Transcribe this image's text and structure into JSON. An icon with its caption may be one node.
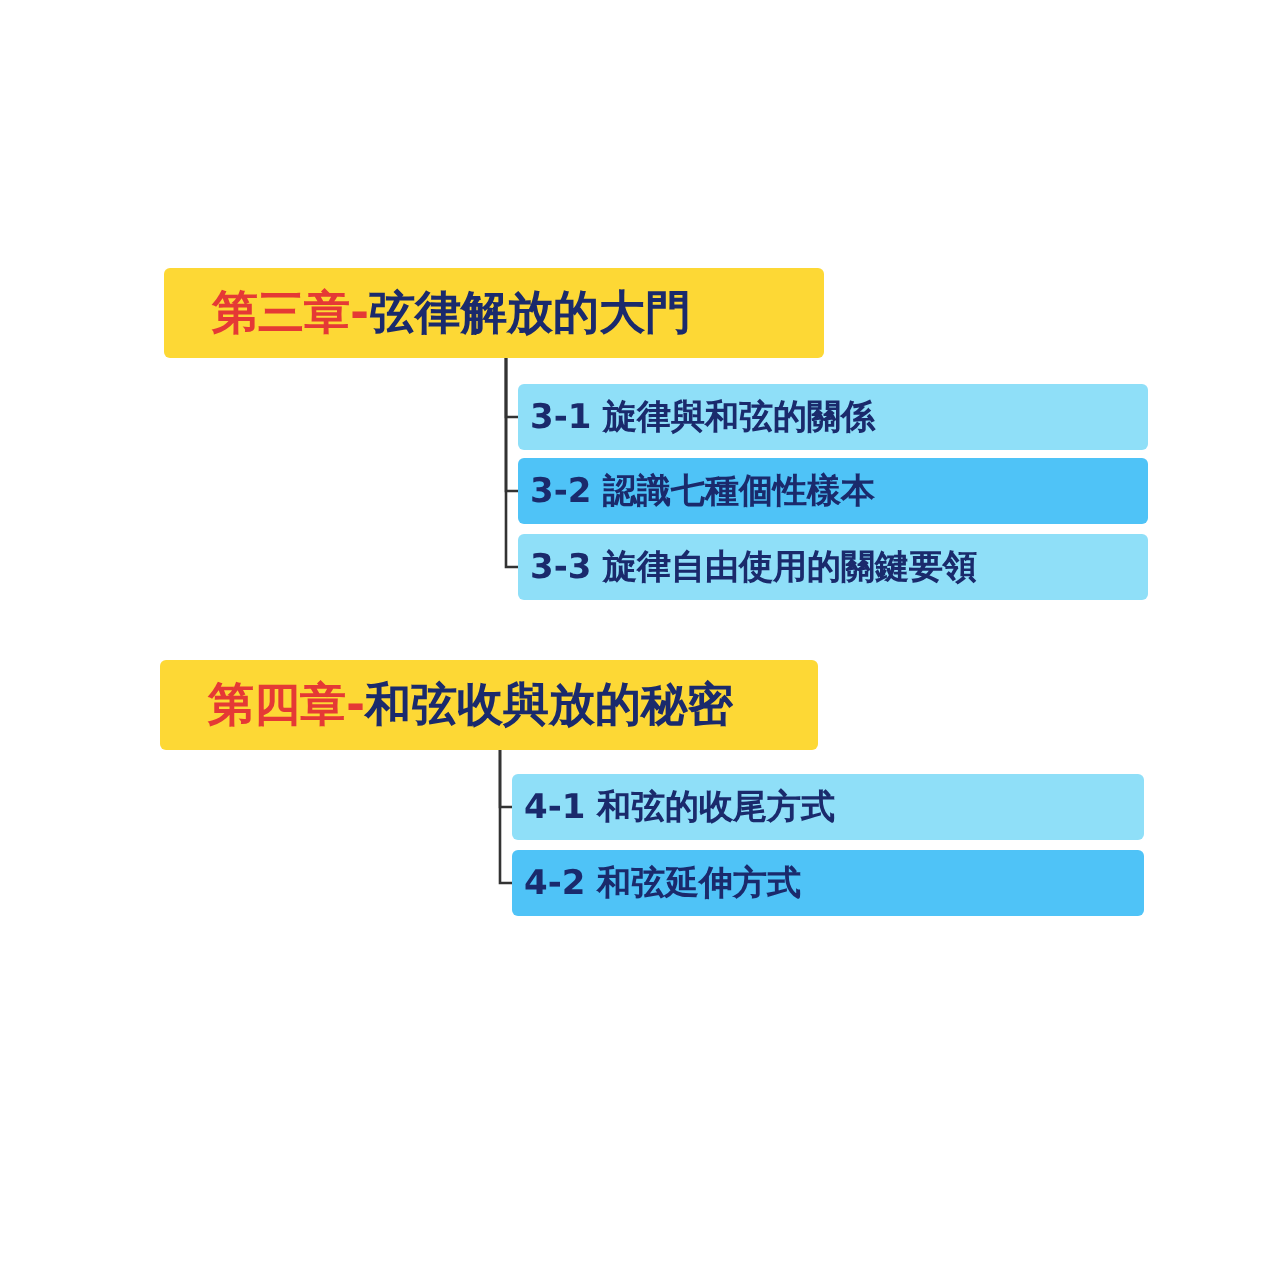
{
  "diagram": {
    "nodes": [
      {
        "text": [
          "第三章-",
          "弦律解放的大門"
        ]
      },
      {
        "text": [
          "3-1 旋律與和弦的關係"
        ]
      },
      {
        "text": [
          "3-2 認識七種個性樣本"
        ]
      },
      {
        "text": [
          "3-3 旋律自由使用的關鍵要領"
        ]
      },
      {
        "text": [
          "第四章-",
          "和弦收與放的秘密"
        ]
      },
      {
        "text": [
          "4-1 和弦的收尾方式"
        ]
      },
      {
        "text": [
          "4-2 和弦延伸方式"
        ]
      }
    ],
    "edges": [
      {
        "from": 0,
        "to": 1,
        "arrow": "none"
      },
      {
        "from": 0,
        "to": 2,
        "arrow": "none"
      },
      {
        "from": 0,
        "to": 3,
        "arrow": "none"
      },
      {
        "from": 4,
        "to": 5,
        "arrow": "none"
      },
      {
        "from": 4,
        "to": 6,
        "arrow": "none"
      }
    ]
  }
}
